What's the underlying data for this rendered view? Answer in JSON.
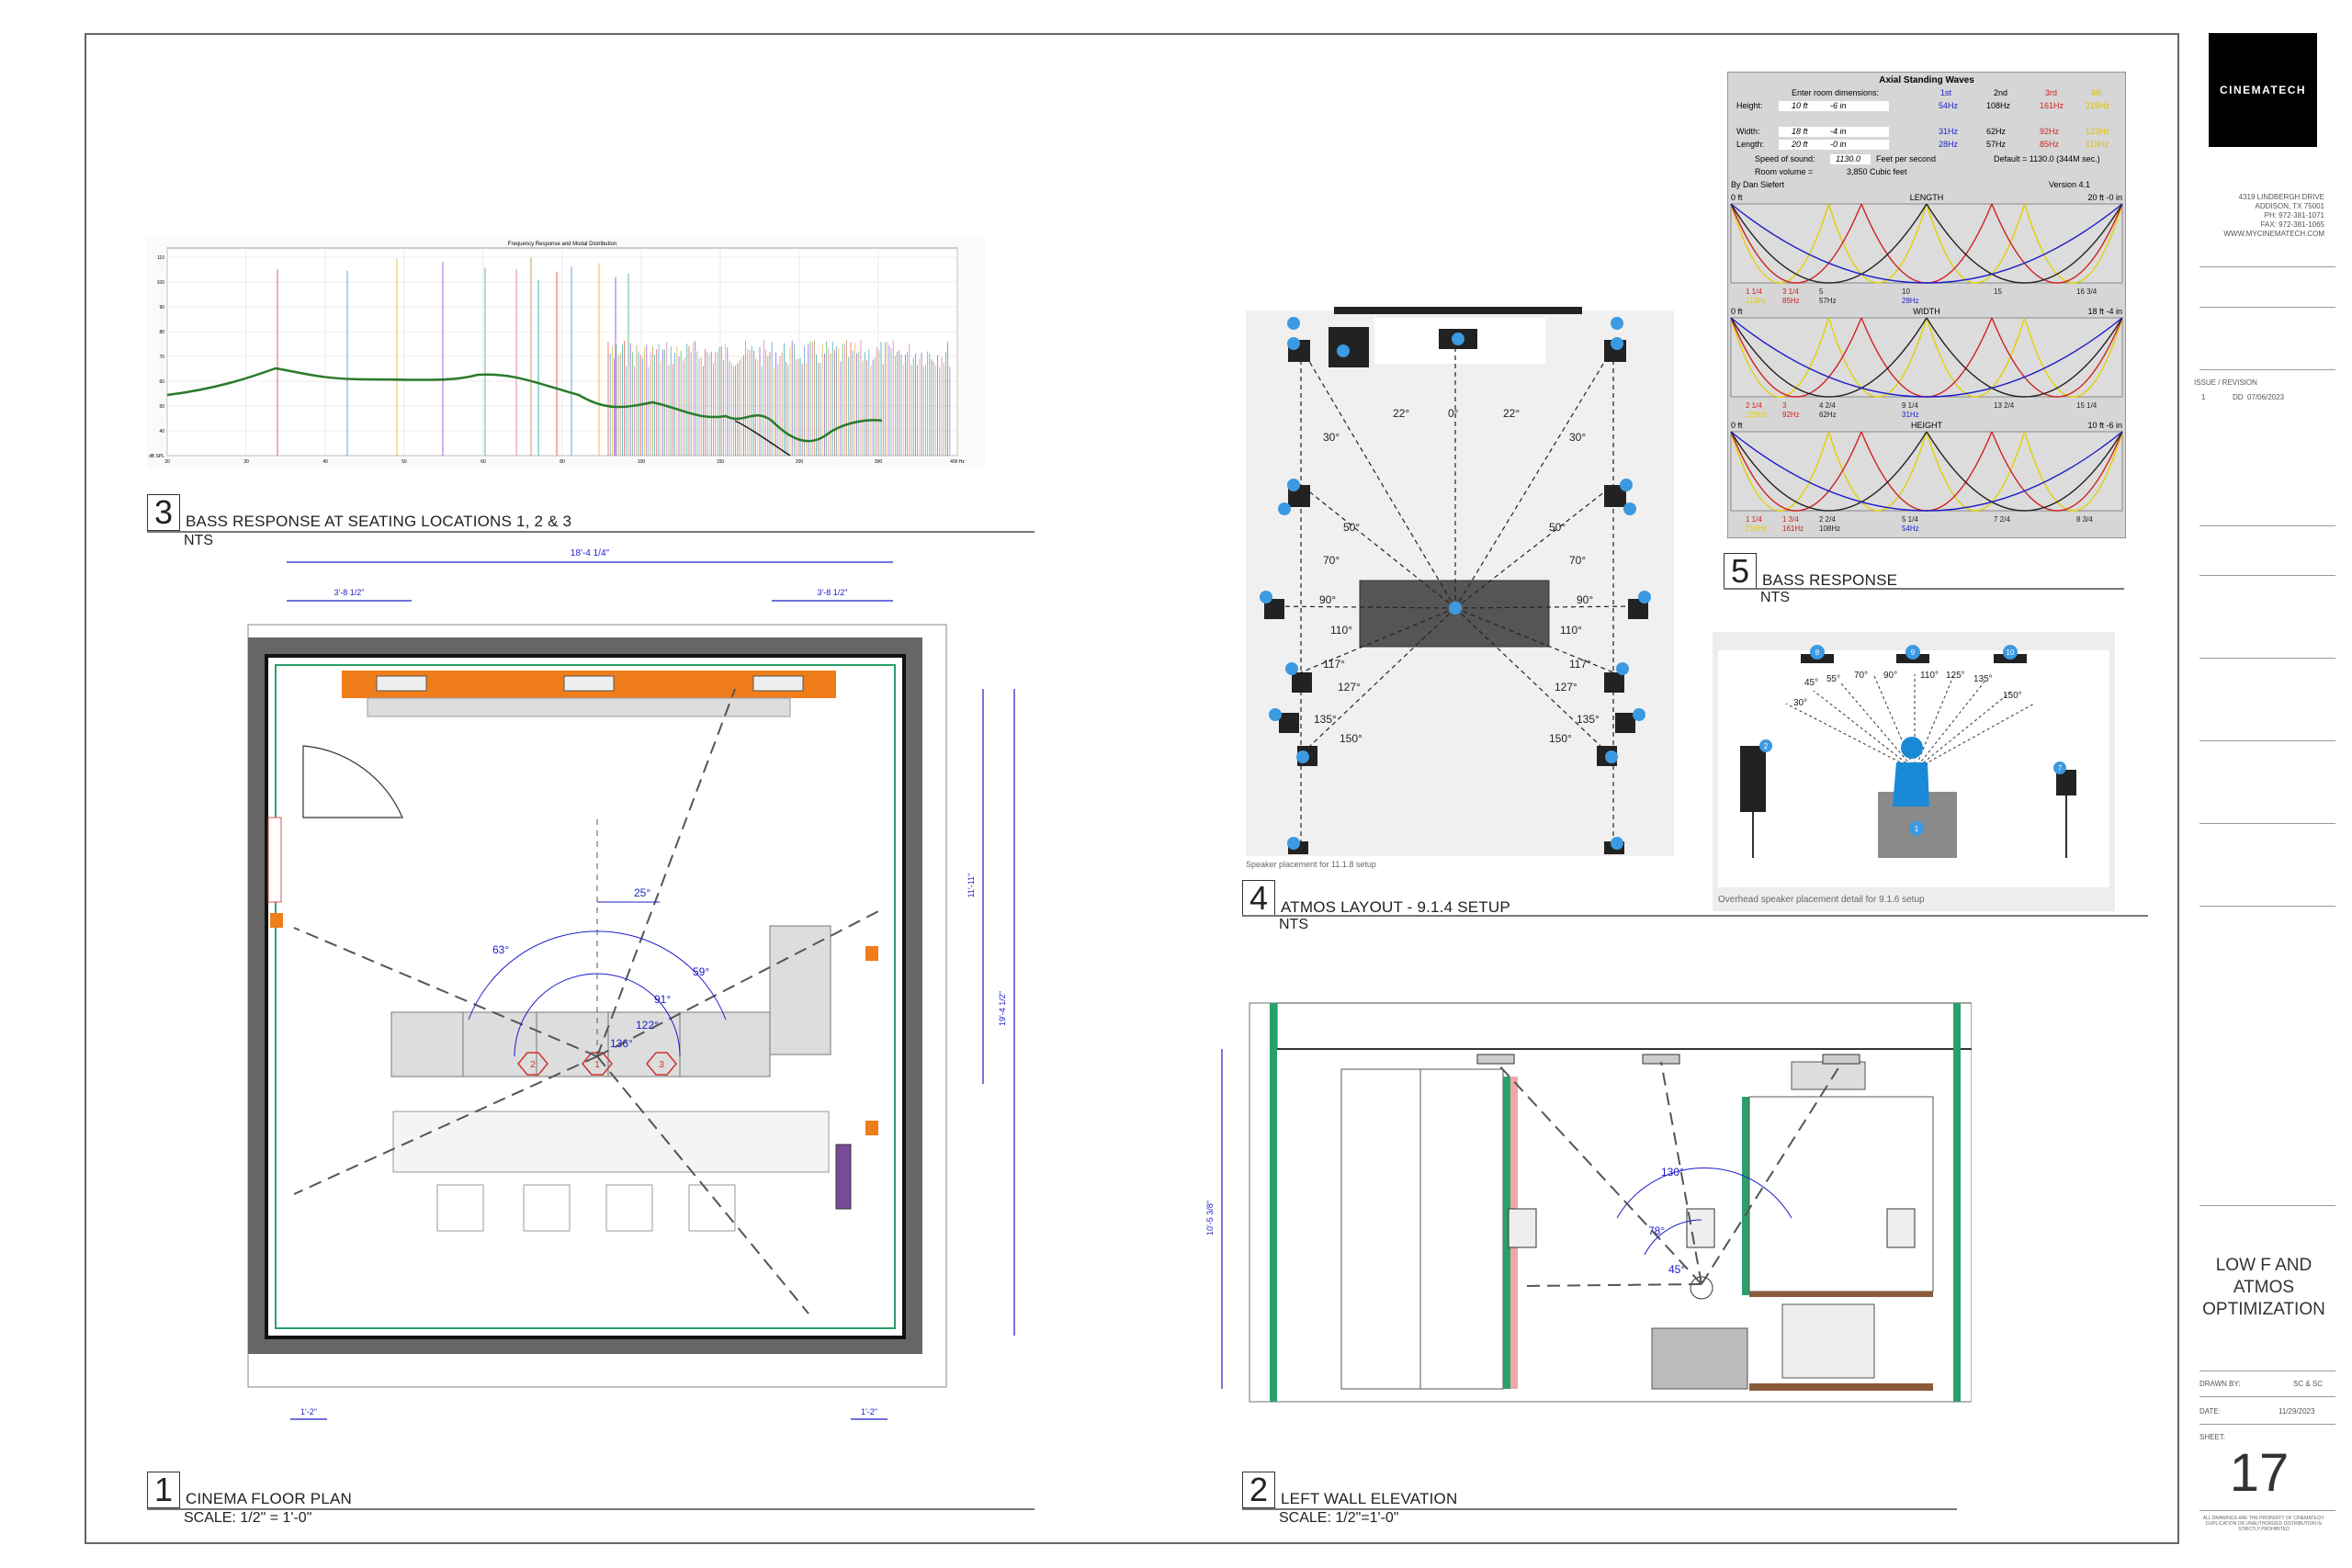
{
  "titleblock": {
    "logo": "CINEMATECH",
    "address": [
      "4319 LINDBERGH DRIVE",
      "ADDISON, TX 75001",
      "PH: 972-381-1071",
      "FAX: 972-381-1065",
      "WWW.MYCINEMATECH.COM"
    ],
    "issue_label": "ISSUE / REVISION",
    "issue_no": "1",
    "issue_code": "DD",
    "issue_date": "07/06/2023",
    "project_title": [
      "LOW F AND",
      "ATMOS",
      "OPTIMIZATION"
    ],
    "drawn_by_label": "DRAWN BY:",
    "drawn_by": "SC & SC",
    "date_label": "DATE:",
    "date": "11/29/2023",
    "sheet_label": "SHEET:",
    "sheet_number": "17",
    "disclaimer": "ALL DRAWINGS ARE THE PROPERTY OF CINEMATECH. DUPLICATION OR UNAUTHORIZED DISTRIBUTION IS STRICTLY PROHIBITED"
  },
  "views": {
    "v1": {
      "num": "1",
      "title": "CINEMA FLOOR PLAN",
      "sub": "SCALE: 1/2\" = 1'-0\""
    },
    "v2": {
      "num": "2",
      "title": "LEFT WALL ELEVATION",
      "sub": "SCALE: 1/2\"=1'-0\""
    },
    "v3": {
      "num": "3",
      "title": "BASS RESPONSE AT SEATING LOCATIONS 1, 2 & 3",
      "sub": "NTS"
    },
    "v4": {
      "num": "4",
      "title": "ATMOS LAYOUT - 9.1.4 SETUP",
      "sub": "NTS"
    },
    "v5": {
      "num": "5",
      "title": "BASS RESPONSE",
      "sub": "NTS"
    }
  },
  "floorplan": {
    "dims": {
      "overall": "18'-4 1/4\"",
      "left": "3'-8 1/2\"",
      "right": "3'-8 1/2\"",
      "side1": "11'-11\"",
      "side2": "19'-4 1/2\"",
      "bottom_left": "1'-2\"",
      "bottom_right": "1'-2\""
    },
    "angles": [
      "25°",
      "63°",
      "59°",
      "91°",
      "122°",
      "136°"
    ],
    "seats": [
      "2",
      "1",
      "3"
    ]
  },
  "elevation": {
    "height_dim": "10'-5 3/8\"",
    "angles": [
      "130°",
      "78°",
      "45°"
    ]
  },
  "atmos": {
    "caption": "Speaker placement for 11.1.8 setup",
    "angles": [
      "22°",
      "0°",
      "22°",
      "30°",
      "30°",
      "50°",
      "50°",
      "70°",
      "70°",
      "90°",
      "90°",
      "110°",
      "110°",
      "117°",
      "117°",
      "127°",
      "127°",
      "135°",
      "135°",
      "150°",
      "150°"
    ]
  },
  "overhead": {
    "caption": "Overhead speaker placement detail for 9.1.6 setup",
    "angles": [
      "45°",
      "55°",
      "70°",
      "90°",
      "110°",
      "125°",
      "135°",
      "150°",
      "30°"
    ],
    "markers": [
      "8",
      "9",
      "10",
      "2",
      "7",
      "1"
    ]
  },
  "standing_waves": {
    "title": "Axial Standing Waves",
    "enter_label": "Enter room dimensions:",
    "headers": [
      "1st",
      "2nd",
      "3rd",
      "4th"
    ],
    "rows": [
      {
        "label": "Height:",
        "ft": "10 ft",
        "in": "-6 in",
        "f": [
          "54Hz",
          "108Hz",
          "161Hz",
          "215Hz"
        ]
      },
      {
        "label": "Width:",
        "ft": "18 ft",
        "in": "-4 in",
        "f": [
          "31Hz",
          "62Hz",
          "92Hz",
          "123Hz"
        ]
      },
      {
        "label": "Length:",
        "ft": "20 ft",
        "in": "-0 in",
        "f": [
          "28Hz",
          "57Hz",
          "85Hz",
          "113Hz"
        ]
      }
    ],
    "sos_label": "Speed of sound:",
    "sos_value": "1130.0",
    "sos_unit": "Feet per second",
    "default_note": "Default = 1130.0 (344M sec.)",
    "volume_label": "Room volume =",
    "volume_value": "3,850 Cubic feet",
    "author": "By Dan Siefert",
    "version": "Version 4.1",
    "panels": [
      {
        "name": "LENGTH",
        "start": "0 ft",
        "end": "20 ft -0 in",
        "notes": [
          "1 1/4",
          "3 1/4",
          "5",
          "10",
          "15",
          "16 3/4"
        ],
        "freqs": [
          "113Hz",
          "85Hz",
          "57Hz",
          "28Hz"
        ]
      },
      {
        "name": "WIDTH",
        "start": "0 ft",
        "end": "18 ft -4 in",
        "notes": [
          "2 1/4",
          "3",
          "4 2/4",
          "9 1/4",
          "13 2/4",
          "15 1/4"
        ],
        "freqs": [
          "123Hz",
          "92Hz",
          "62Hz",
          "31Hz"
        ]
      },
      {
        "name": "HEIGHT",
        "start": "0 ft",
        "end": "10 ft -6 in",
        "notes": [
          "1 1/4",
          "1 3/4",
          "2 2/4",
          "5 1/4",
          "7 2/4",
          "8 3/4"
        ],
        "freqs": [
          "215Hz",
          "161Hz",
          "108Hz",
          "54Hz"
        ]
      }
    ]
  },
  "freq_chart": {
    "title": "Frequency Response and Modal Distribution",
    "yticks": [
      "110",
      "100",
      "90",
      "80",
      "70",
      "60",
      "50",
      "40",
      "dB SPL"
    ],
    "xticks": [
      "20",
      "30",
      "40",
      "50",
      "60",
      "80",
      "100",
      "150",
      "200",
      "300",
      "400 Hz"
    ]
  },
  "colors": {
    "orange": "#ef7d1a",
    "speaker_blue": "#3b9ae1",
    "dim_blue": "#1c1cc8",
    "dark": "#555555"
  }
}
